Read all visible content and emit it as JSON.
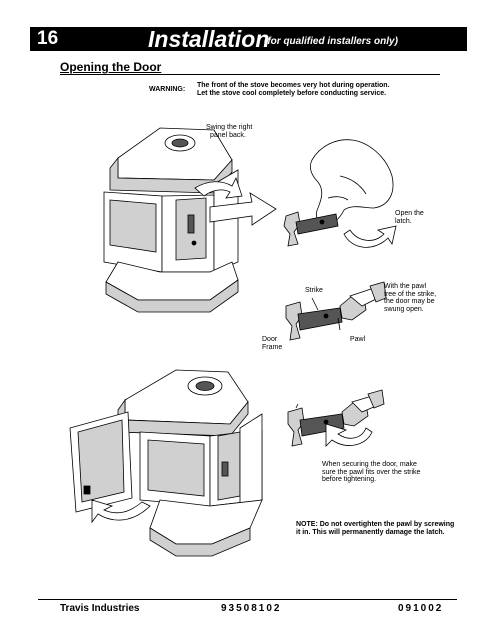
{
  "header": {
    "page_number": "16",
    "title": "Installation",
    "subtitle": "(for qualified installers only)"
  },
  "section": {
    "heading": "Opening the Door",
    "warning_label": "WARNING:",
    "warning_lines": [
      "The front of the stove becomes very hot during operation.",
      "Let the stove cool completely before conducting service."
    ]
  },
  "labels": {
    "swing_panel": [
      "Swing the right",
      "panel back."
    ],
    "open_latch": [
      "Open the",
      "latch."
    ],
    "strike": "Strike",
    "pawl_free": [
      "With the pawl",
      "free of the strike,",
      "the door may be",
      "swung open."
    ],
    "pawl": "Pawl",
    "door_frame": [
      "Door",
      "Frame"
    ],
    "securing": [
      "When securing the door, make",
      "sure the pawl fits over the strike",
      "before tightening."
    ],
    "note": [
      "NOTE: Do not overtighten the pawl by screwing",
      "it in.  This will permanently damage the latch."
    ]
  },
  "footer": {
    "company": "Travis Industries",
    "part_number": "93508102",
    "date_code": "091002"
  }
}
